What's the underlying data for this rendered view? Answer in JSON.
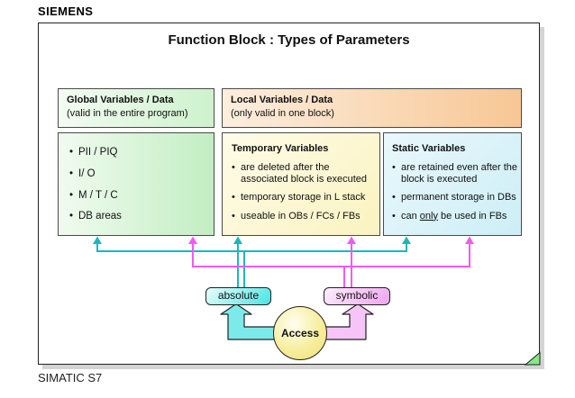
{
  "brand": "SIEMENS",
  "footer": "SIMATIC S7",
  "slide": {
    "title": "Function Block : Types of Parameters",
    "global_header": {
      "title": "Global Variables / Data",
      "subtitle": "(valid in the entire program)"
    },
    "local_header": {
      "title": "Local Variables / Data",
      "subtitle": "(only valid in one block)"
    },
    "global_box": {
      "items": [
        "PII / PIQ",
        "I/ O",
        "M / T / C",
        "DB areas"
      ]
    },
    "temp_box": {
      "title": "Temporary Variables",
      "items": [
        "are deleted after the associated block is executed",
        "temporary storage in L stack",
        "useable in OBs / FCs / FBs"
      ]
    },
    "static_box": {
      "title": "Static Variables",
      "items": [
        "are retained even after the block is executed",
        "permanent storage in DBs"
      ],
      "restricted_item": {
        "pre": "can ",
        "underlined": "only",
        "post": " be used in FBs"
      }
    },
    "absolute_label": "absolute",
    "symbolic_label": "symbolic",
    "access_label": "Access"
  },
  "colors": {
    "teal_line": "#1cb8b8",
    "magenta_line": "#f25af2",
    "cyan_arrow_fill": "#7deaea",
    "pink_arrow_fill": "#f7c4f7",
    "green_box": "#c2eec2",
    "orange_header": "#f7c795",
    "yellow_box": "#faf3c0",
    "cyan_box": "#cdeef6",
    "access_yellow": "#f0df75",
    "corner_green": "#86e886"
  }
}
